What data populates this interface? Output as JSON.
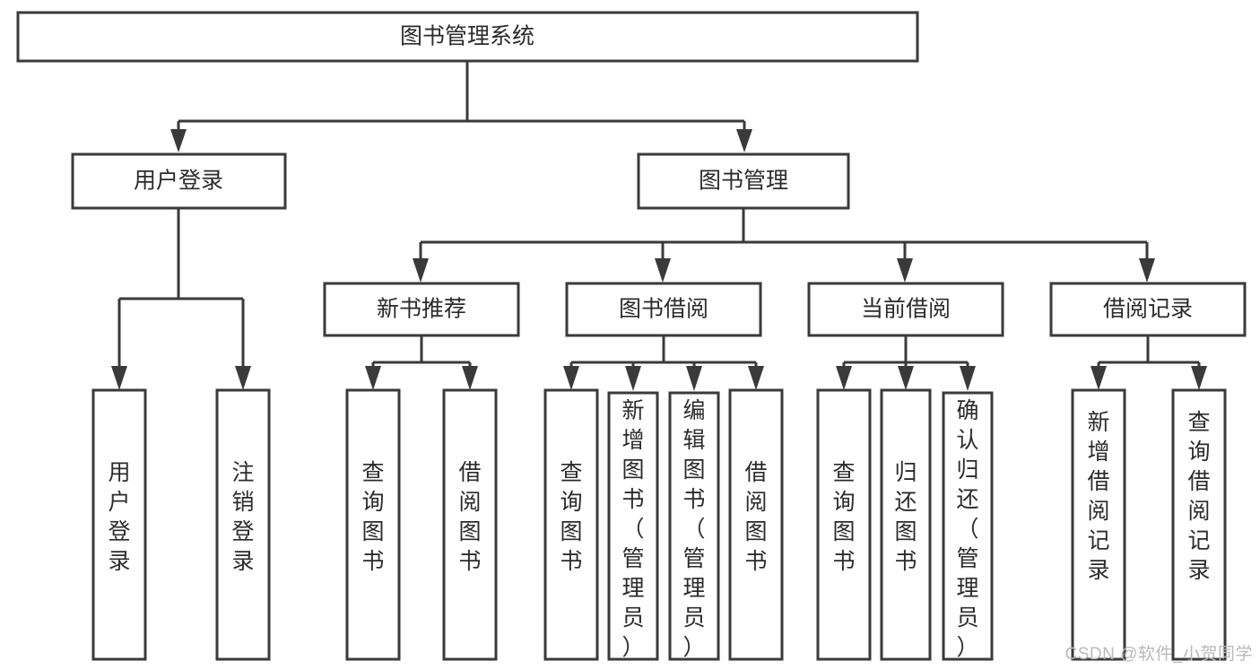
{
  "diagram": {
    "type": "hierarchy-tree",
    "title": "图书管理系统",
    "watermark": "CSDN @软件_小贺同学",
    "colors": {
      "background": "#ffffff",
      "box_stroke": "#3a3a3a",
      "box_fill": "#ffffff",
      "text": "#2b2b2b",
      "connector": "#3a3a3a",
      "watermark": "#b9b9b9"
    },
    "levels": {
      "root": {
        "label": "图书管理系统"
      },
      "level2": [
        {
          "label": "用户登录"
        },
        {
          "label": "图书管理"
        }
      ],
      "level3": [
        {
          "label": "新书推荐",
          "parent": "图书管理"
        },
        {
          "label": "图书借阅",
          "parent": "图书管理"
        },
        {
          "label": "当前借阅",
          "parent": "图书管理"
        },
        {
          "label": "借阅记录",
          "parent": "图书管理"
        }
      ],
      "leaves": {
        "用户登录": [
          {
            "label": "用户登录"
          },
          {
            "label": "注销登录"
          }
        ],
        "新书推荐": [
          {
            "label": "查询图书"
          },
          {
            "label": "借阅图书"
          }
        ],
        "图书借阅": [
          {
            "label": "查询图书"
          },
          {
            "label": "新增图书（管理员）"
          },
          {
            "label": "编辑图书（管理员）"
          },
          {
            "label": "借阅图书"
          }
        ],
        "当前借阅": [
          {
            "label": "查询图书"
          },
          {
            "label": "归还图书"
          },
          {
            "label": "确认归还（管理员）"
          }
        ],
        "借阅记录": [
          {
            "label": "新增借阅记录"
          },
          {
            "label": "查询借阅记录"
          }
        ]
      }
    }
  }
}
